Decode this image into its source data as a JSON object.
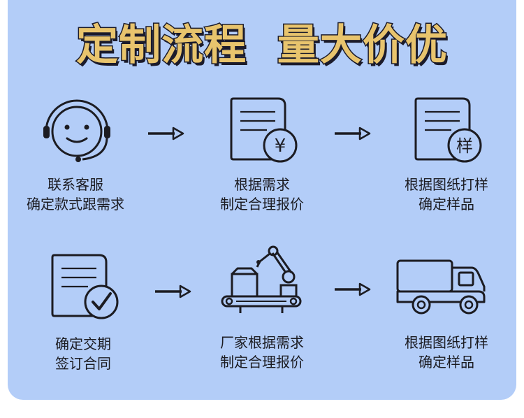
{
  "title": "定制流程  量大价优",
  "colors": {
    "panel_bg": "#b3cdf8",
    "title_fill": "#e8c46d",
    "ink": "#1c1c22",
    "icon_fill": "#b3cdf8"
  },
  "steps": [
    {
      "icon": "customer-service-headset-icon",
      "line1": "联系客服",
      "line2": "确定款式跟需求"
    },
    {
      "icon": "document-yen-icon",
      "line1": "根据需求",
      "line2": "制定合理报价"
    },
    {
      "icon": "document-sample-icon",
      "badge": "样",
      "line1": "根据图纸打样",
      "line2": "确定样品"
    },
    {
      "icon": "document-check-icon",
      "line1": "确定交期",
      "line2": "签订合同"
    },
    {
      "icon": "factory-robot-arm-conveyor-icon",
      "line1": "厂家根据需求",
      "line2": "制定合理报价"
    },
    {
      "icon": "delivery-truck-icon",
      "line1": "根据图纸打样",
      "line2": "确定样品"
    }
  ],
  "yen_symbol": "¥"
}
